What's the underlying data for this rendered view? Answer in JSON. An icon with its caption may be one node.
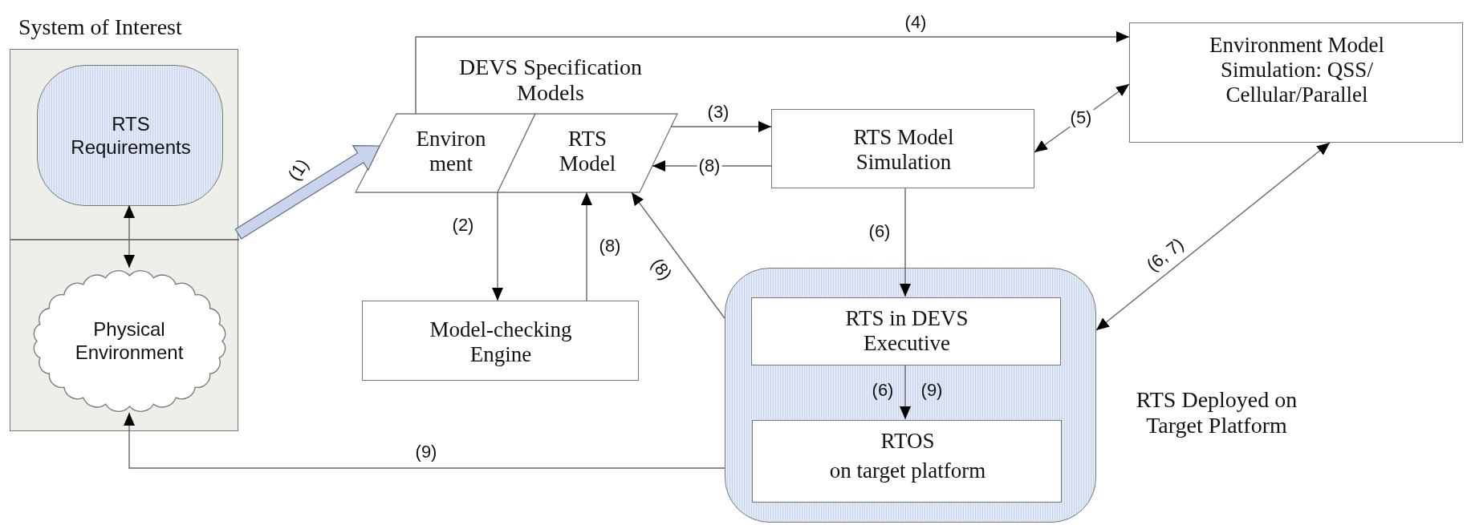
{
  "diagram": {
    "nodes": [
      {
        "text": [
          "System of Interest"
        ]
      },
      {
        "text": [
          "RTS Requirements"
        ],
        "in": 0
      },
      {
        "text": [
          "Physical Environment"
        ],
        "in": 0
      },
      {
        "text": [
          "DEVS Specification Models"
        ]
      },
      {
        "text": [
          "Environ ment"
        ],
        "in": 3
      },
      {
        "text": [
          "RTS Model"
        ],
        "in": 3
      },
      {
        "text": [
          "Model-checking Engine"
        ]
      },
      {
        "text": [
          "RTS Model Simulation"
        ]
      },
      {
        "text": [
          "Environment Model Simulation: QSS/ Cellular/Parallel"
        ]
      },
      {
        "text": [
          "RTS Deployed on Target Platform"
        ]
      },
      {
        "text": [
          "RTS in DEVS Executive"
        ],
        "in": 9
      },
      {
        "text": [
          "RTOS",
          "on target platform"
        ],
        "in": 9
      }
    ],
    "edges": [
      {
        "from": 1,
        "to": 2,
        "arrow": "both"
      },
      {
        "from": 0,
        "to": 3,
        "arrow": "to",
        "label": "(1)",
        "style": "thick",
        "color": "#c9d5ee"
      },
      {
        "from": 4,
        "to": 8,
        "arrow": "to",
        "label": "(4)"
      },
      {
        "from": 5,
        "to": 7,
        "arrow": "to",
        "label": "(3)"
      },
      {
        "from": 7,
        "to": 5,
        "arrow": "to",
        "label": "(8)"
      },
      {
        "from": 7,
        "to": 8,
        "arrow": "both",
        "label": "(5)"
      },
      {
        "from": 4,
        "to": 6,
        "arrow": "to",
        "label": "(2)"
      },
      {
        "from": 6,
        "to": 5,
        "arrow": "to",
        "label": "(8)"
      },
      {
        "from": 9,
        "to": 5,
        "arrow": "to",
        "label": "(8)"
      },
      {
        "from": 7,
        "to": 10,
        "arrow": "to",
        "label": "(6)"
      },
      {
        "from": 8,
        "to": 9,
        "arrow": "both",
        "label": "(6, 7)"
      },
      {
        "from": 10,
        "to": 11,
        "arrow": "to",
        "label": "(6)"
      },
      {
        "from": 9,
        "to": 2,
        "arrow": "to",
        "label": "(9)"
      }
    ],
    "labels": [
      "(9)"
    ]
  }
}
